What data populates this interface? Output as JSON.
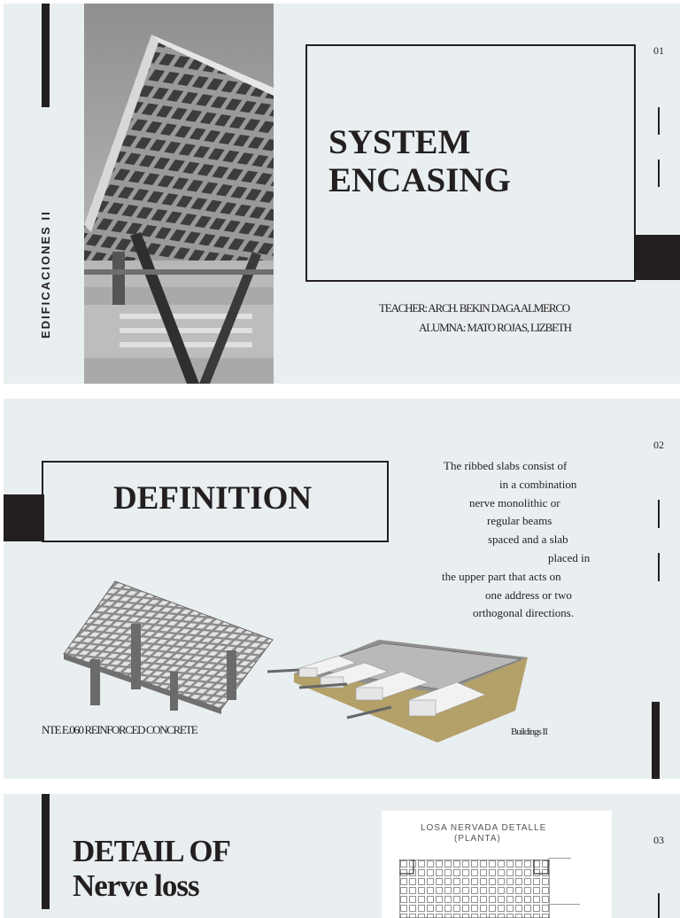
{
  "slide1": {
    "number": "01",
    "vertical_label": "EDIFICACIONES II",
    "title_line1": "SYSTEM",
    "title_line2": "ENCASING",
    "teacher": "TEACHER: ARCH. BEKIN DAGA ALMERCO",
    "student": "ALUMNA: MATO ROJAS, LIZBETH"
  },
  "slide2": {
    "number": "02",
    "title": "DEFINITION",
    "definition_lines": [
      "The ribbed slabs consist of",
      "in a combination",
      "nerve monolithic or",
      "regular beams",
      "spaced and a slab",
      "placed in",
      "the upper part that acts on",
      "one address or two",
      "orthogonal directions."
    ],
    "caption_left": "NTE E.060 REINFORCED CONCRETE",
    "caption_right": "Buildings II"
  },
  "slide3": {
    "number": "03",
    "title_line1": "DETAIL OF",
    "title_line2": "Nerve loss",
    "drawing_title": "LOSA NERVADA DETALLE",
    "drawing_subtitle": "(PLANTA)"
  },
  "colors": {
    "background": "#e9eef0",
    "dark": "#231f20"
  }
}
